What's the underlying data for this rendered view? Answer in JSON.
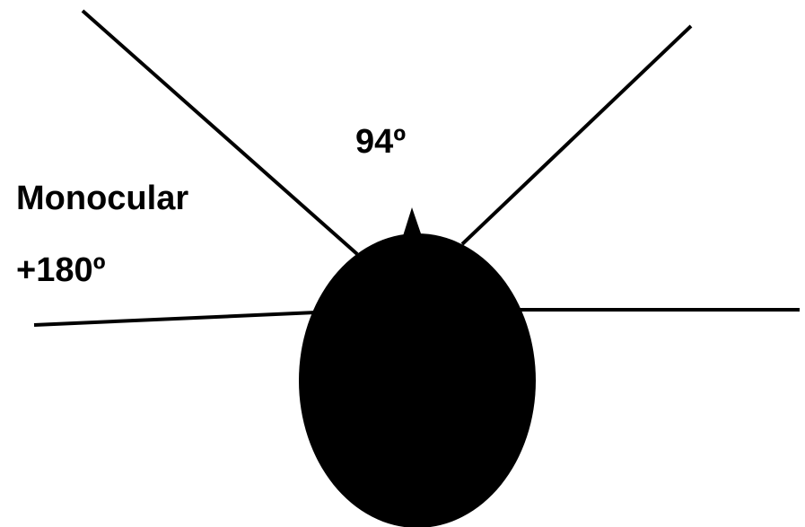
{
  "diagram": {
    "labels": {
      "binocular_angle": "94º",
      "monocular_title": "Monocular",
      "monocular_angle": "+180º"
    },
    "colors": {
      "stroke": "#000000",
      "head_fill": "#000000",
      "background": "#ffffff"
    }
  }
}
